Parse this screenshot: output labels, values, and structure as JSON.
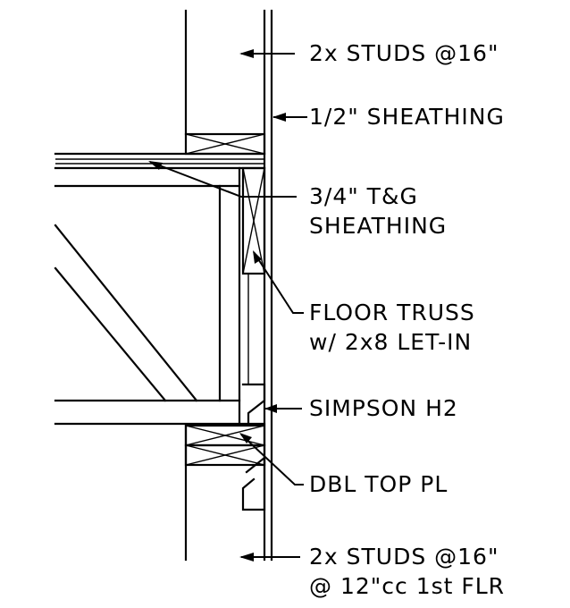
{
  "callouts": {
    "studs_top": "2x STUDS @16\"",
    "sheathing_half": "1/2\" SHEATHING",
    "tg_sheathing_line1": "3/4\" T&G",
    "tg_sheathing_line2": "SHEATHING",
    "floor_truss_line1": "FLOOR TRUSS",
    "floor_truss_line2": "w/ 2x8 LET-IN",
    "simpson": "SIMPSON H2",
    "dbl_top_pl": "DBL TOP PL",
    "studs_bottom_line1": "2x STUDS @16\"",
    "studs_bottom_line2": "@ 12\"cc 1st FLR"
  },
  "colors": {
    "line": "#000000",
    "background": "#ffffff"
  }
}
